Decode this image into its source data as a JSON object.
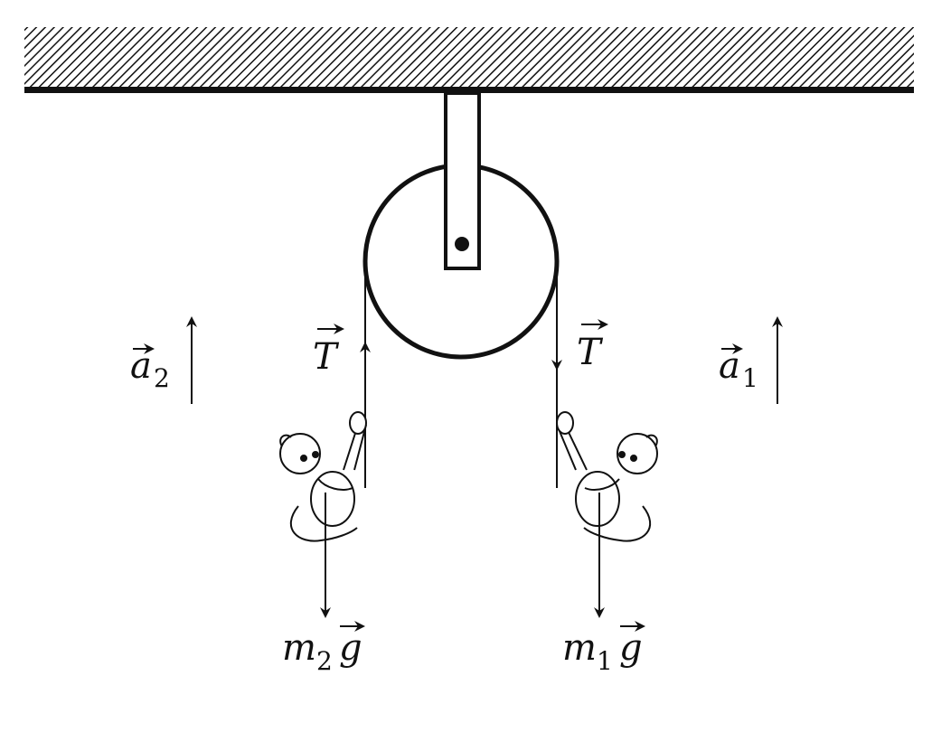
{
  "labels": {
    "tension_left": {
      "base": "T"
    },
    "tension_right": {
      "base": "T"
    },
    "accel_left": {
      "base": "a",
      "sub": "2"
    },
    "accel_right": {
      "base": "a",
      "sub": "1"
    },
    "weight_left": {
      "base": "m",
      "sub": "2",
      "tail": "g"
    },
    "weight_right": {
      "base": "m",
      "sub": "1",
      "tail": "g"
    }
  },
  "colors": {
    "ink": "#111111",
    "background": "#ffffff"
  }
}
